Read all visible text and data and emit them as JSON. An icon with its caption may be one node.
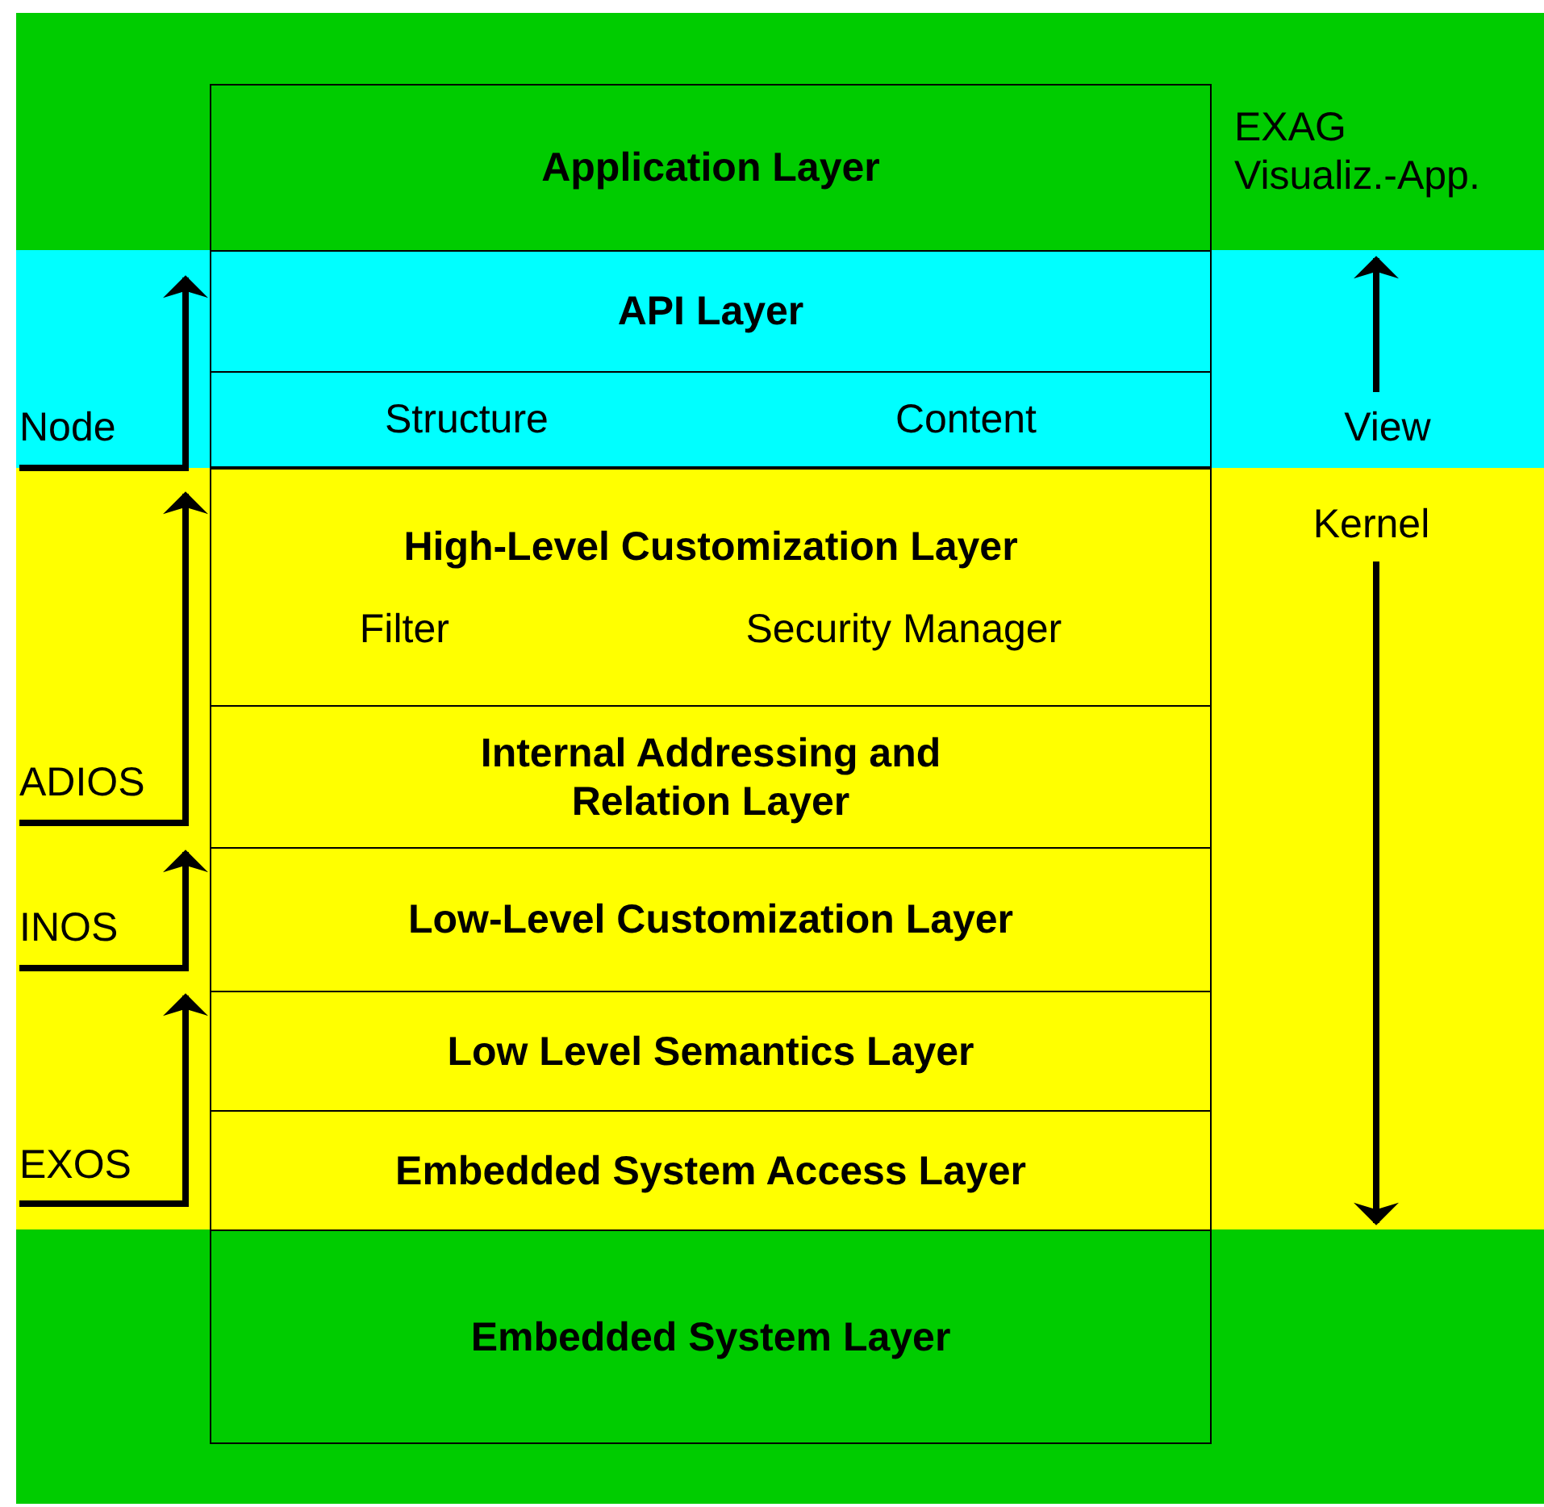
{
  "diagram": {
    "nodes": [
      {
        "text": [
          "Application Layer"
        ]
      },
      {
        "text": [
          "API Layer"
        ]
      },
      {
        "text": [
          "Structure",
          "Content"
        ]
      },
      {
        "text": [
          "High-Level Customization Layer",
          "Filter",
          "Security Manager"
        ]
      },
      {
        "text": [
          "Internal Addressing and Relation Layer"
        ]
      },
      {
        "text": [
          "Low-Level Customization Layer"
        ]
      },
      {
        "text": [
          "Low Level Semantics Layer"
        ]
      },
      {
        "text": [
          "Embedded System Access Layer"
        ]
      },
      {
        "text": [
          "Embedded System Layer"
        ]
      }
    ],
    "labels": [
      "EXAG Visualiz.-App.",
      "Node",
      "View",
      "Kernel",
      "ADIOS",
      "INOS",
      "EXOS"
    ]
  }
}
